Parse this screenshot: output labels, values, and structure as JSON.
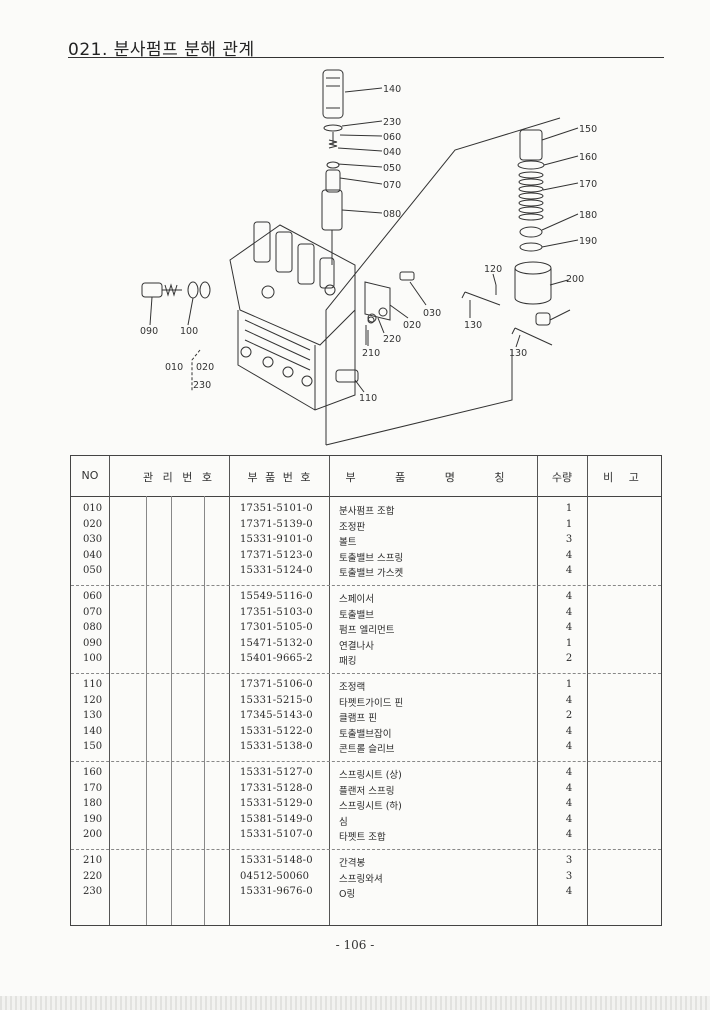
{
  "page": {
    "title": "021. 분사펌프 분해 관계",
    "page_number": "- 106 -"
  },
  "diagram": {
    "labels": {
      "l140": "140",
      "l230a": "230",
      "l060a": "060",
      "l040": "040",
      "l050": "050",
      "l070": "070",
      "l080": "080",
      "l150": "150",
      "l160": "160",
      "l170": "170",
      "l180": "180",
      "l190": "190",
      "l120": "120",
      "l200": "200",
      "l130a": "130",
      "l130b": "130",
      "l090": "090",
      "l100": "100",
      "l030": "030",
      "l020a": "020",
      "l220": "220",
      "l210": "210",
      "l010": "010",
      "l020b": "020",
      "l230b": "230",
      "l110": "110"
    }
  },
  "table": {
    "headers": {
      "no": "NO",
      "mgmt": "관 리 번 호",
      "part_no": "부 품 번 호",
      "name": "부 품 명 칭",
      "qty": "수량",
      "note": "비 고"
    },
    "groups": [
      {
        "rows": [
          {
            "no": "010",
            "part_no": "17351-5101-0",
            "name": "분사펌프 조합",
            "qty": "1"
          },
          {
            "no": "020",
            "part_no": "17371-5139-0",
            "name": "조정판",
            "qty": "1"
          },
          {
            "no": "030",
            "part_no": "15331-9101-0",
            "name": "볼트",
            "qty": "3"
          },
          {
            "no": "040",
            "part_no": "17371-5123-0",
            "name": "토출밸브 스프링",
            "qty": "4"
          },
          {
            "no": "050",
            "part_no": "15331-5124-0",
            "name": "토출밸브 가스켓",
            "qty": "4"
          }
        ]
      },
      {
        "rows": [
          {
            "no": "060",
            "part_no": "15549-5116-0",
            "name": "스페이서",
            "qty": "4"
          },
          {
            "no": "070",
            "part_no": "17351-5103-0",
            "name": "토출밸브",
            "qty": "4"
          },
          {
            "no": "080",
            "part_no": "17301-5105-0",
            "name": "펌프 엘리먼트",
            "qty": "4"
          },
          {
            "no": "090",
            "part_no": "15471-5132-0",
            "name": "연결나사",
            "qty": "1"
          },
          {
            "no": "100",
            "part_no": "15401-9665-2",
            "name": "패킹",
            "qty": "2"
          }
        ]
      },
      {
        "rows": [
          {
            "no": "110",
            "part_no": "17371-5106-0",
            "name": "조정랙",
            "qty": "1"
          },
          {
            "no": "120",
            "part_no": "15331-5215-0",
            "name": "타펫트가이드 핀",
            "qty": "4"
          },
          {
            "no": "130",
            "part_no": "17345-5143-0",
            "name": "클램프 핀",
            "qty": "2"
          },
          {
            "no": "140",
            "part_no": "15331-5122-0",
            "name": "토출밸브잡이",
            "qty": "4"
          },
          {
            "no": "150",
            "part_no": "15331-5138-0",
            "name": "콘트롤 슬리브",
            "qty": "4"
          }
        ]
      },
      {
        "rows": [
          {
            "no": "160",
            "part_no": "15331-5127-0",
            "name": "스프링시트 (상)",
            "qty": "4"
          },
          {
            "no": "170",
            "part_no": "17331-5128-0",
            "name": "플랜저 스프링",
            "qty": "4"
          },
          {
            "no": "180",
            "part_no": "15331-5129-0",
            "name": "스프링시트 (하)",
            "qty": "4"
          },
          {
            "no": "190",
            "part_no": "15381-5149-0",
            "name": "심",
            "qty": "4"
          },
          {
            "no": "200",
            "part_no": "15331-5107-0",
            "name": "타펫트 조합",
            "qty": "4"
          }
        ]
      },
      {
        "rows": [
          {
            "no": "210",
            "part_no": "15331-5148-0",
            "name": "간격봉",
            "qty": "3"
          },
          {
            "no": "220",
            "part_no": "04512-50060",
            "name": "스프링와셔",
            "qty": "3"
          },
          {
            "no": "230",
            "part_no": "15331-9676-0",
            "name": "O링",
            "qty": "4"
          }
        ]
      }
    ]
  }
}
